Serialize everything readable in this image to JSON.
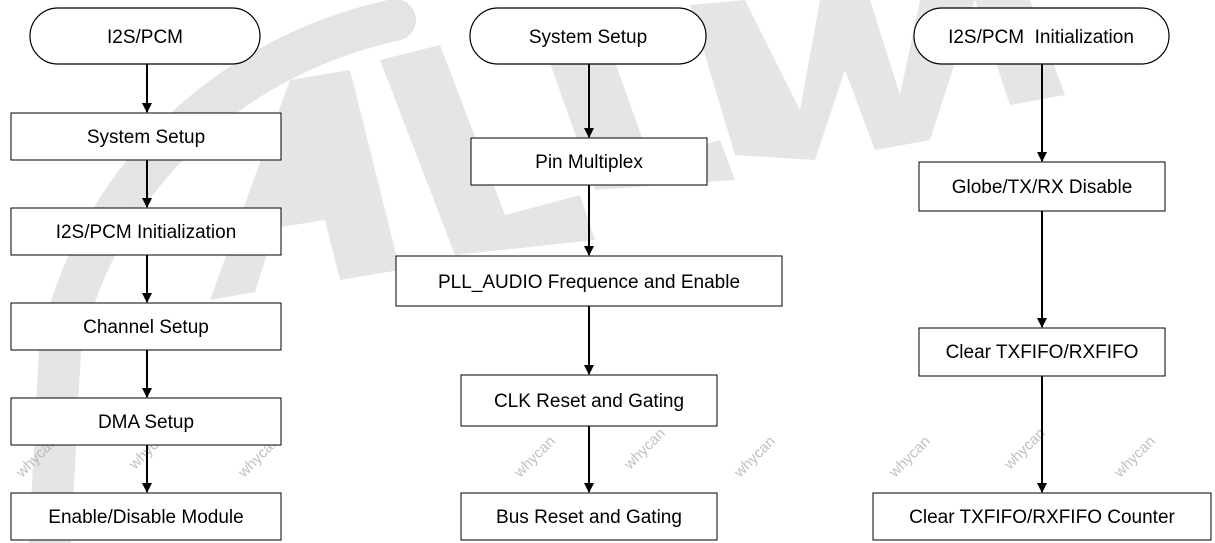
{
  "flowcharts": [
    {
      "start": "I2S/PCM",
      "steps": [
        "System Setup",
        "I2S/PCM Initialization",
        "Channel Setup",
        "DMA Setup",
        "Enable/Disable Module"
      ]
    },
    {
      "start": "System Setup",
      "steps": [
        "Pin Multiplex",
        "PLL_AUDIO Frequence and Enable",
        "CLK Reset and Gating",
        "Bus Reset and Gating"
      ]
    },
    {
      "start": "I2S/PCM  Initialization",
      "steps": [
        "Globe/TX/RX Disable",
        "Clear TXFIFO/RXFIFO",
        "Clear TXFIFO/RXFIFO Counter"
      ]
    }
  ],
  "watermark": {
    "brand": "ALLWINNER",
    "tag": "whycan"
  },
  "colors": {
    "stroke": "#000000",
    "text": "#000000",
    "watermark_logo": "#d9d9d9",
    "watermark_tag": "#a8a8a8"
  }
}
